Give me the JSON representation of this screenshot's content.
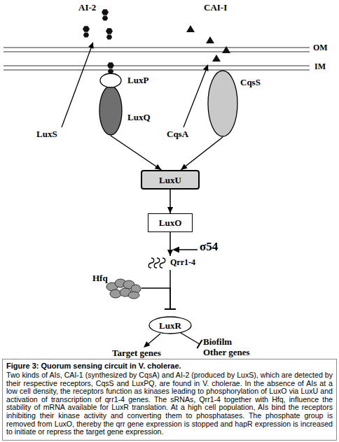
{
  "diagram": {
    "caption": "Figure 3: Quorum sensing circuit in V. cholerae.",
    "nodes": [
      {
        "text": [
          "LuxP"
        ]
      },
      {
        "text": [
          "LuxQ"
        ]
      },
      {
        "text": [
          "CqsS"
        ]
      },
      {
        "text": [
          "LuxU"
        ]
      },
      {
        "text": [
          "LuxO"
        ]
      },
      {
        "text": [
          "Qrr1-4"
        ]
      },
      {
        "text": [
          "Hfq"
        ]
      },
      {
        "text": [
          "LuxR"
        ]
      }
    ],
    "edges": [
      {
        "from": 1,
        "to": 3,
        "arrow": "to"
      },
      {
        "from": 2,
        "to": 3,
        "arrow": "to"
      },
      {
        "from": 3,
        "to": 4,
        "arrow": "to"
      },
      {
        "from": 4,
        "to": 5,
        "arrow": "to"
      },
      {
        "from": 5,
        "to": 7,
        "arrow": "to"
      },
      {
        "from": 6,
        "to": 7,
        "arrow": "to"
      }
    ],
    "labels": [
      "AI-2",
      "CAI-I",
      "OM",
      "IM",
      "LuxS",
      "CqsA",
      "σ54",
      "Target genes",
      "Biofilm Other genes",
      "Two kinds of AIs, CAI-1 (synthesized by CqsA) and AI-2 (produced by LuxS), which are detected by their respective receptors, CqsS and LuxPQ, are found in V. cholerae. In the absence of AIs at a low cell density, the receptors function as kinases leading to phosphorylation of LuxO via LuxU and activation of transcription of qrr1-4 genes. The sRNAs, Qrr1-4 together with Hfq, influence the stability of mRNA available for LuxR translation. At a high cell population, AIs bind the receptors inhibiting their kinase activity and converting them to phosphatases. The phosphate group is removed from LuxO, thereby the qrr gene expression is stopped and hapR expression is increased to initiate or repress the target gene expression."
    ]
  }
}
